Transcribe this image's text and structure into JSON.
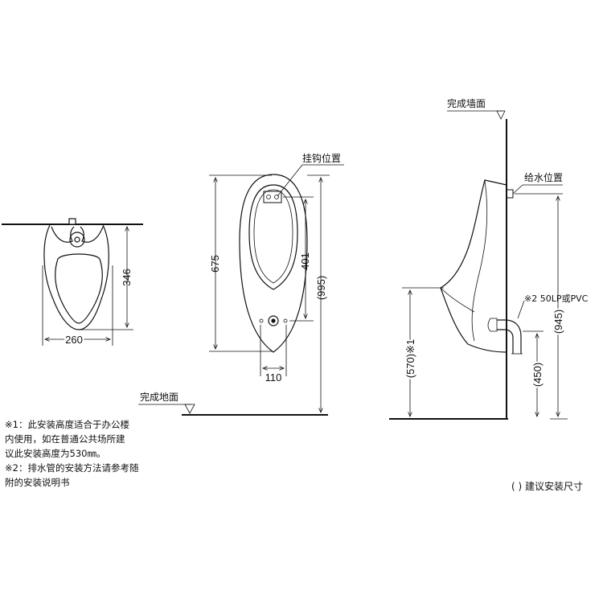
{
  "top_view": {
    "dims": {
      "depth": "346",
      "width": "260"
    }
  },
  "front_view": {
    "labels": {
      "hook": "挂钩位置",
      "floor": "完成地面"
    },
    "dims": {
      "height": "675",
      "hook_to_outlet": "401",
      "hook_from_floor": "(995)",
      "outlet_width": "110"
    }
  },
  "side_view": {
    "labels": {
      "wall": "完成墙面",
      "supply": "给水位置",
      "drain": "※2 50LP或PVC"
    },
    "dims": {
      "rim_height": "(570)※1",
      "supply_height": "(945)",
      "drain_height": "(450)"
    }
  },
  "notes": {
    "note1_line1": "※1：此安装高度适合于办公楼",
    "note1_line2": "内使用，如在普通公共场所建",
    "note1_line3": "议此安装高度为530㎜。",
    "note2_line1": "※2：排水管的安装方法请参考随",
    "note2_line2": "附的安装说明书"
  },
  "legend": "( ) 建议安装尺寸"
}
